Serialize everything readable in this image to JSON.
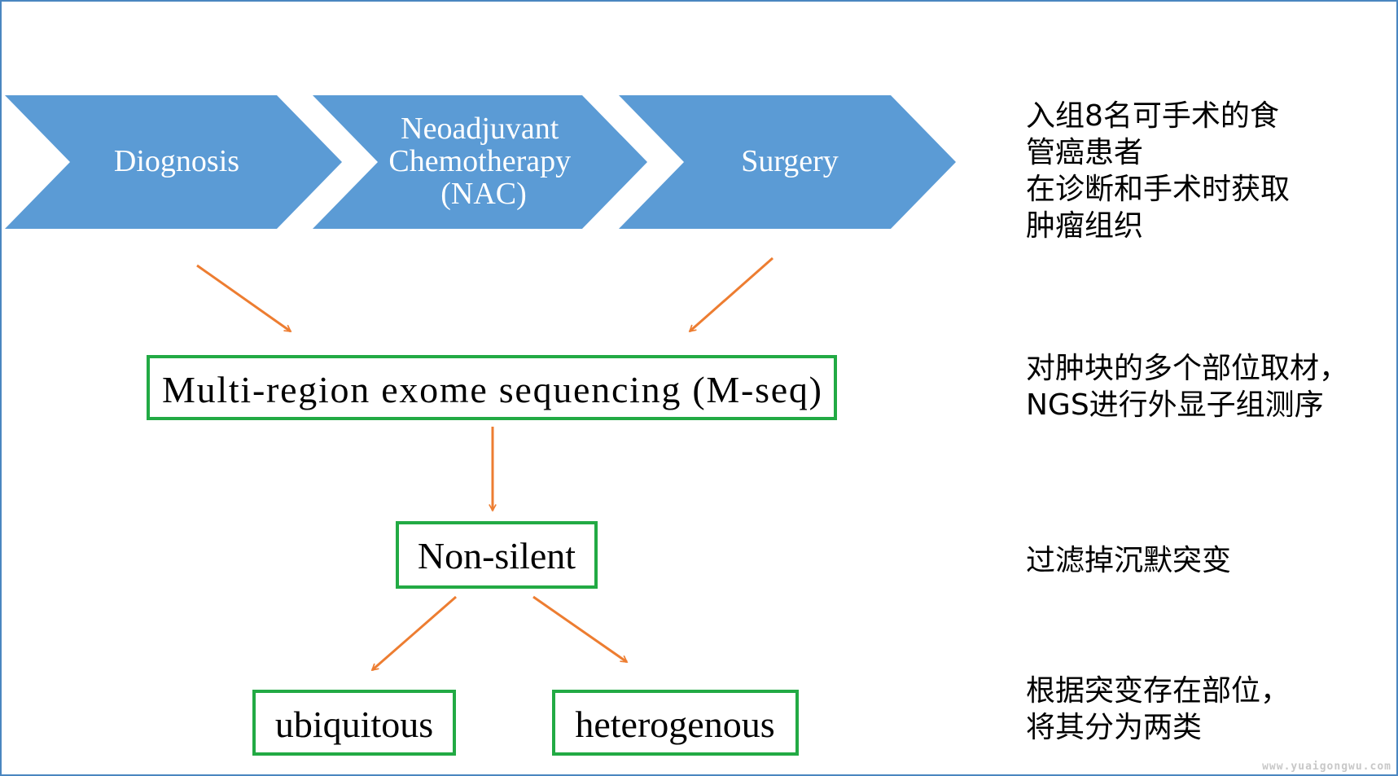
{
  "colors": {
    "chevron_fill": "#5b9bd5",
    "box_border": "#22aa44",
    "arrow": "#ed7d31",
    "frame": "#4a86c0"
  },
  "steps": [
    {
      "lines": [
        "Diognosis"
      ]
    },
    {
      "lines": [
        "Neoadjuvant",
        "Chemotherapy",
        "(NAC)"
      ]
    },
    {
      "lines": [
        "Surgery"
      ]
    }
  ],
  "boxes": {
    "mseq": "Multi-region exome sequencing (M-seq)",
    "nonsilent": "Non-silent",
    "ubiquitous": "ubiquitous",
    "heterogenous": "heterogenous"
  },
  "notes": {
    "enrollment": [
      "入组8名可手术的食",
      "管癌患者",
      "在诊断和手术时获取",
      "肿瘤组织"
    ],
    "sequencing": [
      "对肿块的多个部位取材，",
      "NGS进行外显子组测序"
    ],
    "filter": [
      "过滤掉沉默突变"
    ],
    "classify": [
      "根据突变存在部位，",
      "将其分为两类"
    ]
  },
  "watermark": "www.yuaigongwu.com"
}
